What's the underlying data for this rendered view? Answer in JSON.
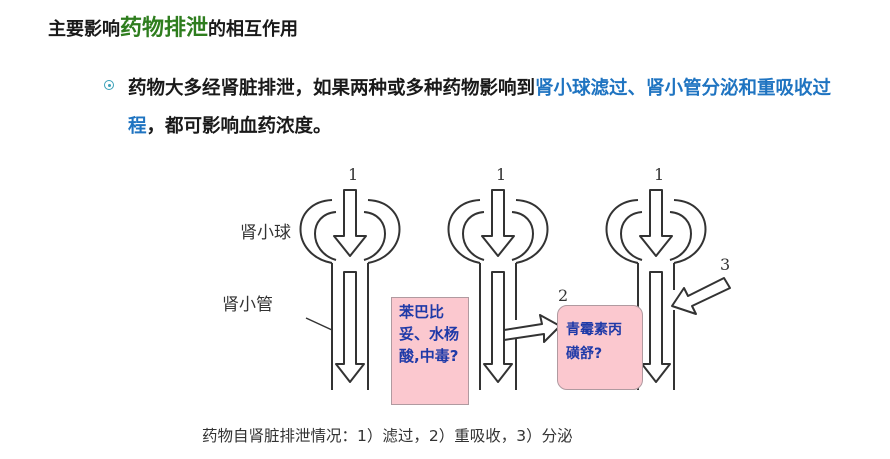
{
  "title": {
    "prefix": "主要影响",
    "highlight": "药物排泄",
    "suffix": "的相互作用"
  },
  "paragraph": {
    "part1": "药物大多经肾脏排泄，如果两种或多种药物影响到",
    "blue1": "肾小球滤过、肾小管分泌和重吸收过程",
    "part2": "，都可影响血药浓度。"
  },
  "diagram": {
    "label_glomerulus": "肾小球",
    "label_tubule": "肾小管",
    "arrow_label_1a": "1",
    "arrow_label_1b": "1",
    "arrow_label_1c": "1",
    "arrow_label_2": "2",
    "arrow_label_3": "3",
    "line_color": "#333333"
  },
  "note_reabsorption": "苯巴比妥、水杨酸,中毒?",
  "note_secretion": "青霉素丙磺舒?",
  "caption": "药物自肾脏排泄情况：1）滤过，2）重吸收，3）分泌",
  "colors": {
    "highlight_green": "#2e7d1e",
    "accent_blue": "#1f74c1",
    "note_pink": "#fbc8cf",
    "note_text": "#1f3aa8"
  }
}
